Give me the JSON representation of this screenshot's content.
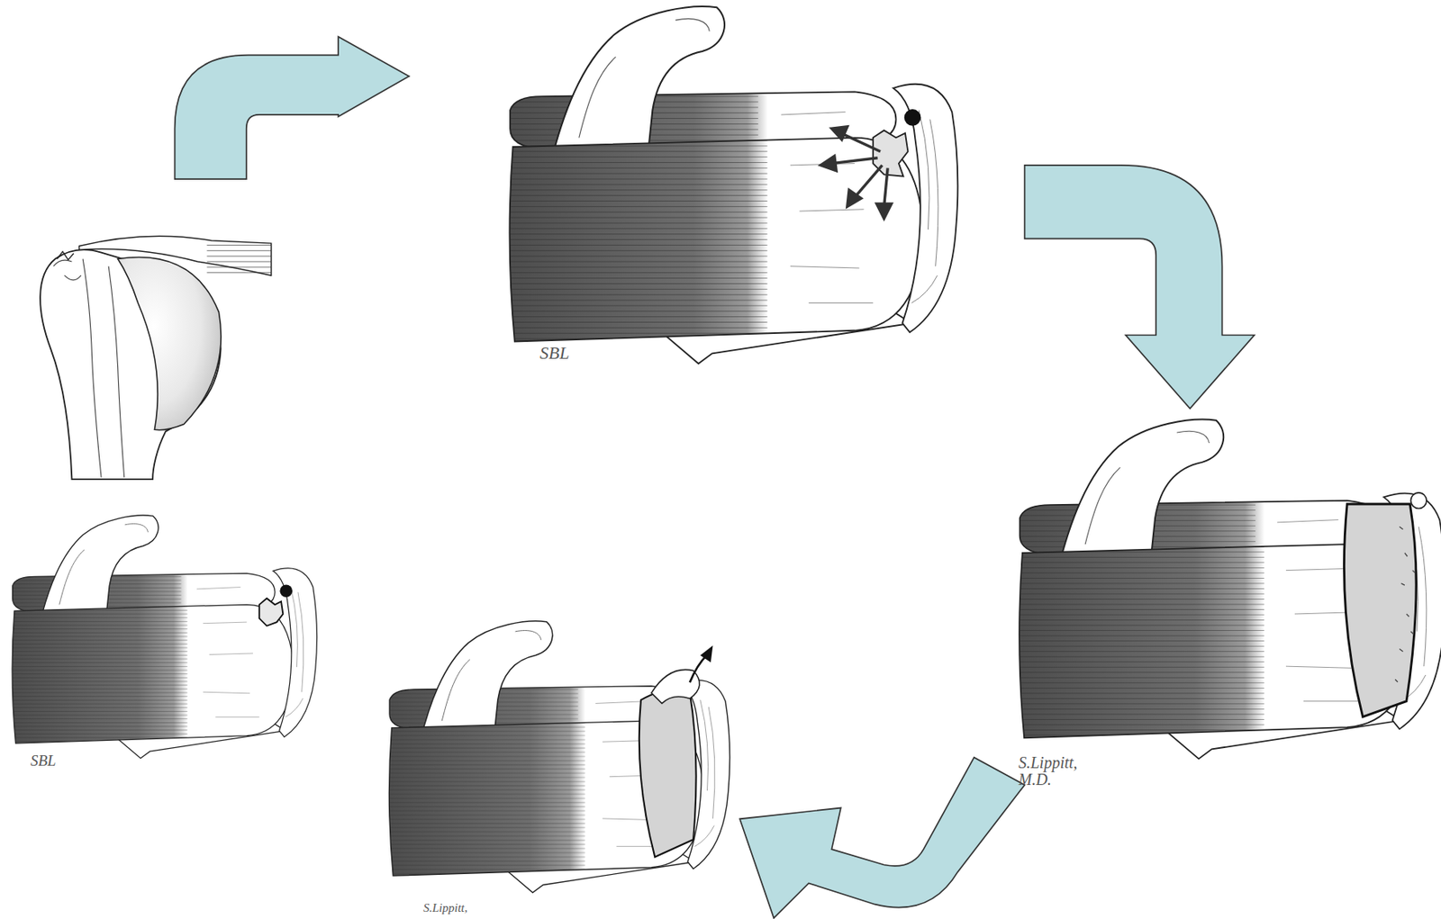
{
  "diagram": {
    "labels": [
      "SBL",
      "SBL",
      "S.Lippitt, M.D.",
      "S.Lippitt,"
    ]
  }
}
